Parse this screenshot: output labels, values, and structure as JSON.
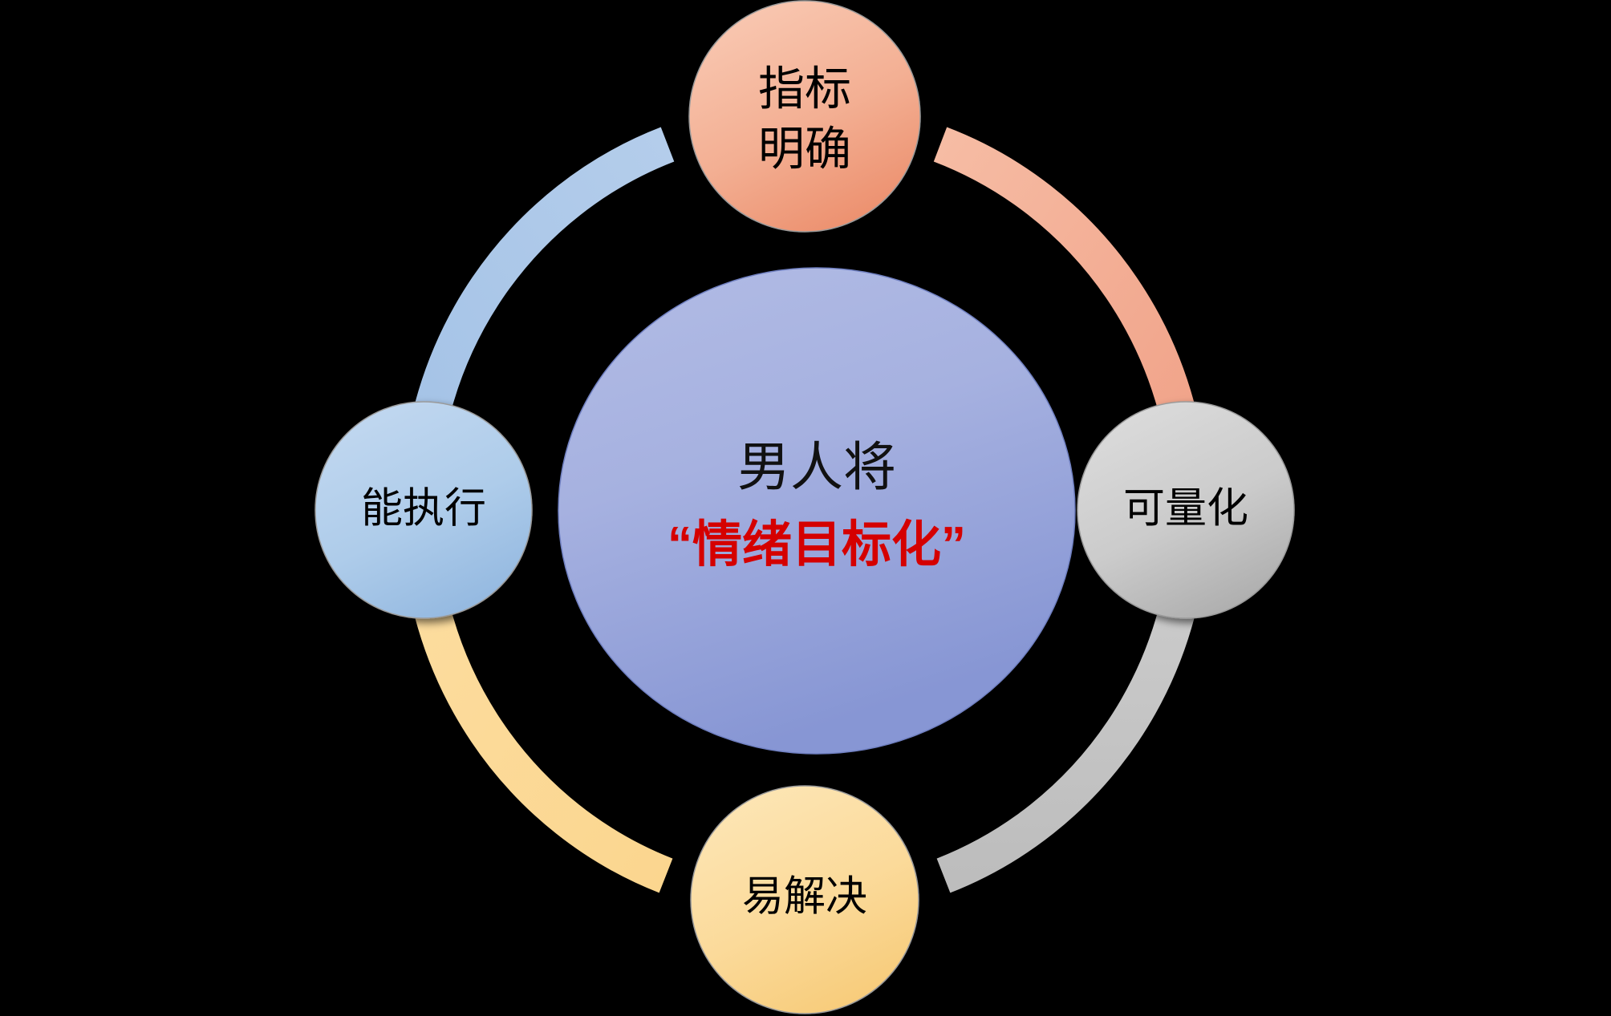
{
  "diagram": {
    "type": "cycle-diagram",
    "background_color": "#000000",
    "title_text_color": "#000000",
    "center": {
      "line1": "男人将",
      "line2": "“情绪目标化”",
      "line1_color": "#111111",
      "line2_color": "#D50000",
      "fill_from": "#AEB8E2",
      "fill_to": "#8B9AD6"
    },
    "nodes": [
      {
        "id": "top",
        "label_line1": "指标",
        "label_line2": "明确",
        "position": "top",
        "fill_from": "#F7C3AB",
        "fill_to": "#EE9474",
        "arc_color": "#F3AD92"
      },
      {
        "id": "right",
        "label_line1": "可量化",
        "label_line2": "",
        "position": "right",
        "fill_from": "#D8D8D8",
        "fill_to": "#B2B2B2",
        "arc_color": "#C6C6C6"
      },
      {
        "id": "bottom",
        "label_line1": "易解决",
        "label_line2": "",
        "position": "bottom",
        "fill_from": "#FCE2AC",
        "fill_to": "#F8CE7E",
        "arc_color": "#FBD68F"
      },
      {
        "id": "left",
        "label_line1": "能执行",
        "label_line2": "",
        "position": "left",
        "fill_from": "#BBD4EE",
        "fill_to": "#97BCE2",
        "arc_color": "#A8C6E8"
      }
    ],
    "arcs": [
      {
        "id": "arc-top-left",
        "from": "left",
        "to": "top",
        "color": "#A8C6E8"
      },
      {
        "id": "arc-top-right",
        "from": "top",
        "to": "right",
        "color": "#F3AD92"
      },
      {
        "id": "arc-bottom-right",
        "from": "right",
        "to": "bottom",
        "color": "#C6C6C6"
      },
      {
        "id": "arc-bottom-left",
        "from": "bottom",
        "to": "left",
        "color": "#FBD68F"
      }
    ]
  }
}
